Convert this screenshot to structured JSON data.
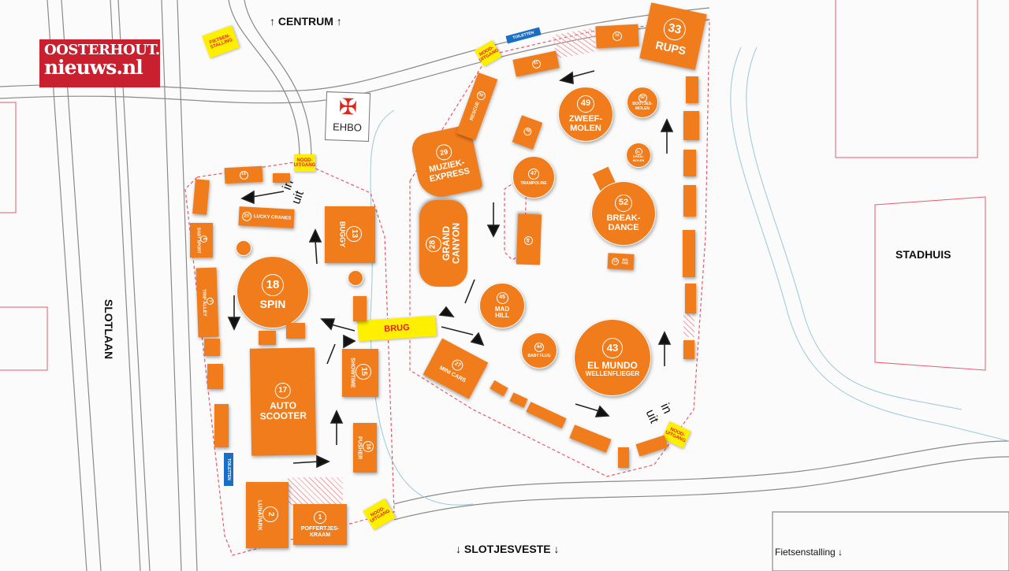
{
  "logo": {
    "line1": "OOSTERHOUT.",
    "line2": "nieuws.nl",
    "color": "#c8202e"
  },
  "labels": {
    "centrum": "↑ CENTRUM ↑",
    "slotjesveste": "↓ SLOTJESVESTE ↓",
    "stadhuis": "STADHUIS",
    "slotlaan": "SLOTLAAN",
    "fietsenstalling_bottom": "Fietsenstalling ↓",
    "ehbo": "EHBO",
    "brug": "BRUG",
    "in": "in",
    "uit": "uit"
  },
  "signs": {
    "fietsenstalling": "FIETSEN-STALLING",
    "nooduitgang": "NOOD-UITGANG",
    "toiletten": "TOILETTEN"
  },
  "colors": {
    "attraction": "#f07c1c",
    "sign": "#ffef00",
    "sign_text": "#e2231a",
    "toilet": "#1a6fc4",
    "route": "#e8596b"
  },
  "attractions": {
    "spin": {
      "num": "18",
      "name": "SPIN"
    },
    "autoscooter": {
      "num": "17",
      "name": "AUTO SCOOTER"
    },
    "buggy": {
      "num": "13",
      "name": "BUGGY"
    },
    "showtime": {
      "num": "15",
      "name": "SHOWTIME"
    },
    "pusher": {
      "num": "16",
      "name": "PUSHER"
    },
    "luckycranes": {
      "num": "20",
      "name": "LUCKY CRANES"
    },
    "a19": {
      "num": "19"
    },
    "lunapark": {
      "num": "2",
      "name": "LUNAPARK"
    },
    "poffertjes": {
      "num": "1",
      "name": "POFFERTJES-KRAAM"
    },
    "babysport": {
      "num": "6",
      "name": "BABY SPORT"
    },
    "tripalley": {
      "num": "7",
      "name": "TRIP ALLEY"
    },
    "muziekexpress": {
      "num": "29",
      "name": "MUZIEK-EXPRESS"
    },
    "grandcanyon": {
      "num": "28",
      "name": "GRAND CANYON"
    },
    "rescue": {
      "num": "30",
      "name": "RESCUE"
    },
    "a31": {
      "num": "31"
    },
    "a32": {
      "num": "32"
    },
    "rups": {
      "num": "33",
      "name": "RUPS"
    },
    "zweefmolen": {
      "num": "49",
      "name": "ZWEEF-MOLEN"
    },
    "bootjesmolen": {
      "num": "50",
      "name": "BOOTJES-MOLEN"
    },
    "draaimolen": {
      "num": "51",
      "name": "DRAAI-MOLEN"
    },
    "trampoline": {
      "num": "47",
      "name": "TRAMPOLINE"
    },
    "breakdance": {
      "num": "52",
      "name": "BREAK-DANCE"
    },
    "a48": {
      "num": "48"
    },
    "bigone": {
      "num": "53",
      "name": "BIG ONE"
    },
    "madhill": {
      "num": "45",
      "name": "MAD HILL"
    },
    "babyflug": {
      "num": "44",
      "name": "BABY FLUG"
    },
    "elmundo": {
      "num": "43",
      "name": "EL MUNDO",
      "sub": "WELLENFLIEGER"
    },
    "minicars": {
      "num": "27",
      "name": "MINI CARS"
    },
    "a46": {
      "num": "46"
    }
  }
}
